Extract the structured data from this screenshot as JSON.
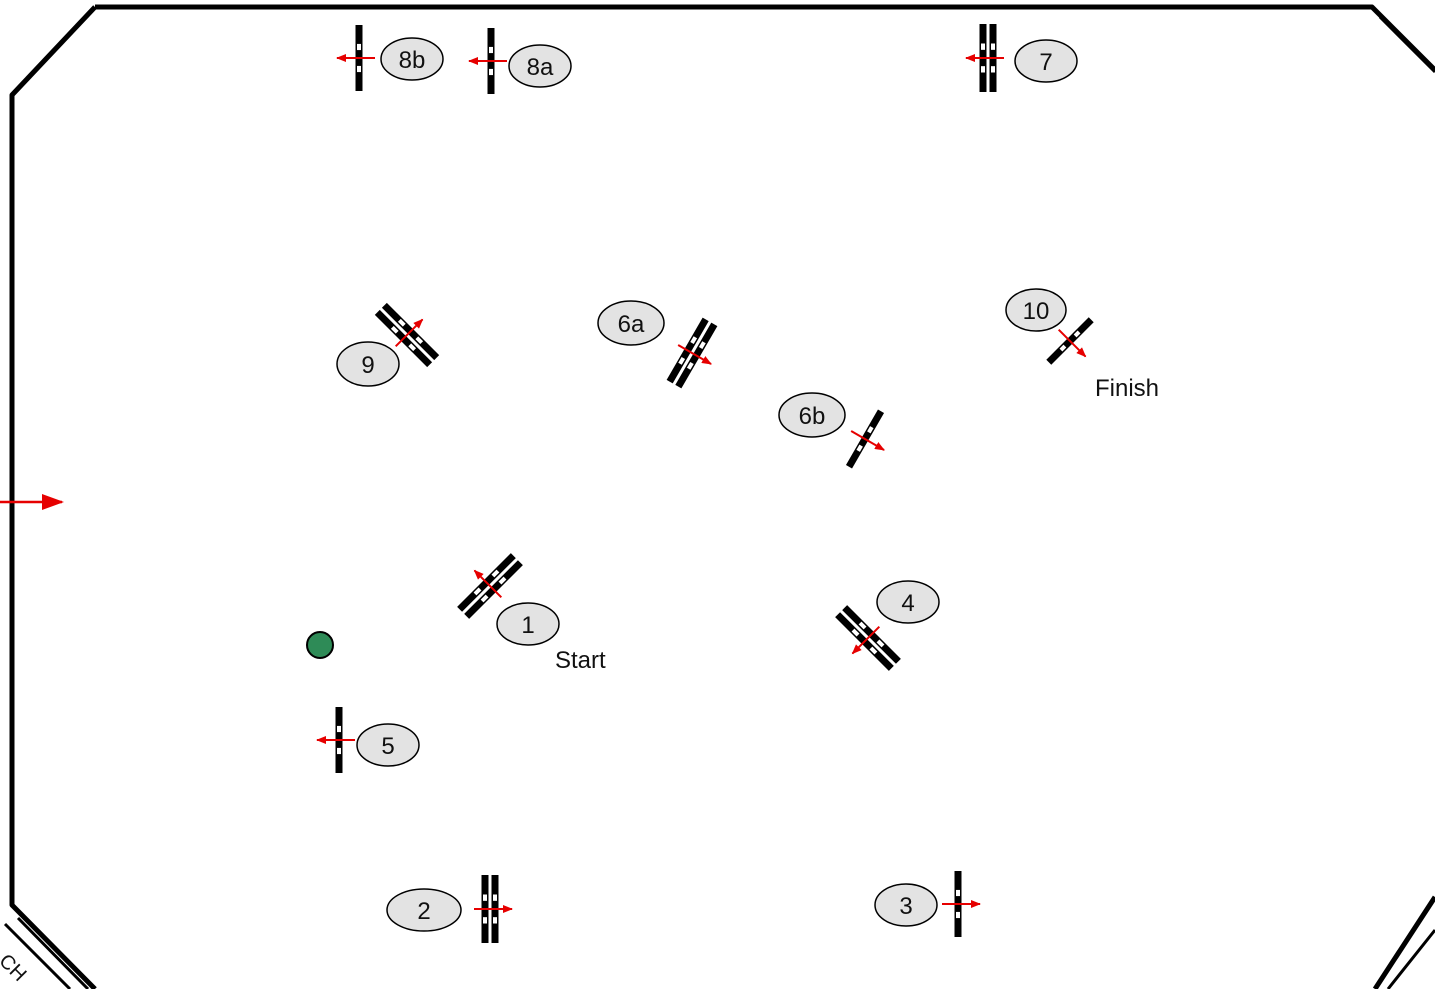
{
  "colors": {
    "arena_border": "#000000",
    "pole_dark": "#000000",
    "pole_light": "#ffffff",
    "label_fill": "#e3e3e3",
    "label_stroke": "#000000",
    "direction_arrow": "#e60000",
    "marker_green": "#2e8b57"
  },
  "annotations": {
    "start": "Start",
    "finish": "Finish",
    "corner": "CH"
  },
  "obstacles": [
    {
      "id": "1",
      "label": "1",
      "type": "oxer",
      "orientation_deg": -45,
      "arrow_direction_deg": -135
    },
    {
      "id": "2",
      "label": "2",
      "type": "oxer",
      "orientation_deg": 90,
      "arrow_direction_deg": 0
    },
    {
      "id": "3",
      "label": "3",
      "type": "vertical",
      "orientation_deg": 90,
      "arrow_direction_deg": 0
    },
    {
      "id": "4",
      "label": "4",
      "type": "oxer",
      "orientation_deg": 45,
      "arrow_direction_deg": 135
    },
    {
      "id": "5",
      "label": "5",
      "type": "vertical",
      "orientation_deg": 90,
      "arrow_direction_deg": 180
    },
    {
      "id": "6a",
      "label": "6a",
      "type": "oxer",
      "orientation_deg": -60,
      "arrow_direction_deg": 30
    },
    {
      "id": "6b",
      "label": "6b",
      "type": "vertical",
      "orientation_deg": -60,
      "arrow_direction_deg": 30
    },
    {
      "id": "7",
      "label": "7",
      "type": "oxer",
      "orientation_deg": 90,
      "arrow_direction_deg": 180
    },
    {
      "id": "8a",
      "label": "8a",
      "type": "vertical",
      "orientation_deg": 90,
      "arrow_direction_deg": 180
    },
    {
      "id": "8b",
      "label": "8b",
      "type": "vertical",
      "orientation_deg": 90,
      "arrow_direction_deg": 180
    },
    {
      "id": "9",
      "label": "9",
      "type": "oxer",
      "orientation_deg": 45,
      "arrow_direction_deg": -45
    },
    {
      "id": "10",
      "label": "10",
      "type": "vertical",
      "orientation_deg": -45,
      "arrow_direction_deg": 45
    }
  ]
}
